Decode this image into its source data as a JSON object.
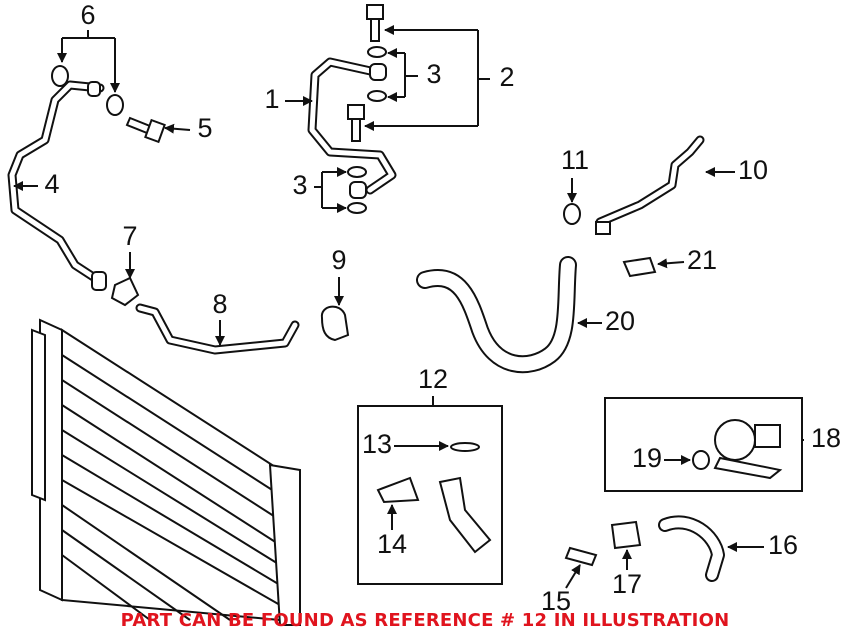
{
  "callouts": {
    "c1": "1",
    "c2": "2",
    "c3a": "3",
    "c3b": "3",
    "c4": "4",
    "c5": "5",
    "c6": "6",
    "c7": "7",
    "c8": "8",
    "c9": "9",
    "c10": "10",
    "c11": "11",
    "c12": "12",
    "c13": "13",
    "c14": "14",
    "c15": "15",
    "c16": "16",
    "c17": "17",
    "c18": "18",
    "c19": "19",
    "c20": "20",
    "c21": "21"
  },
  "note": "PART CAN BE FOUND AS REFERENCE # 12 IN ILLUSTRATION",
  "colors": {
    "note": "#e0141e",
    "lines": "#111111"
  }
}
